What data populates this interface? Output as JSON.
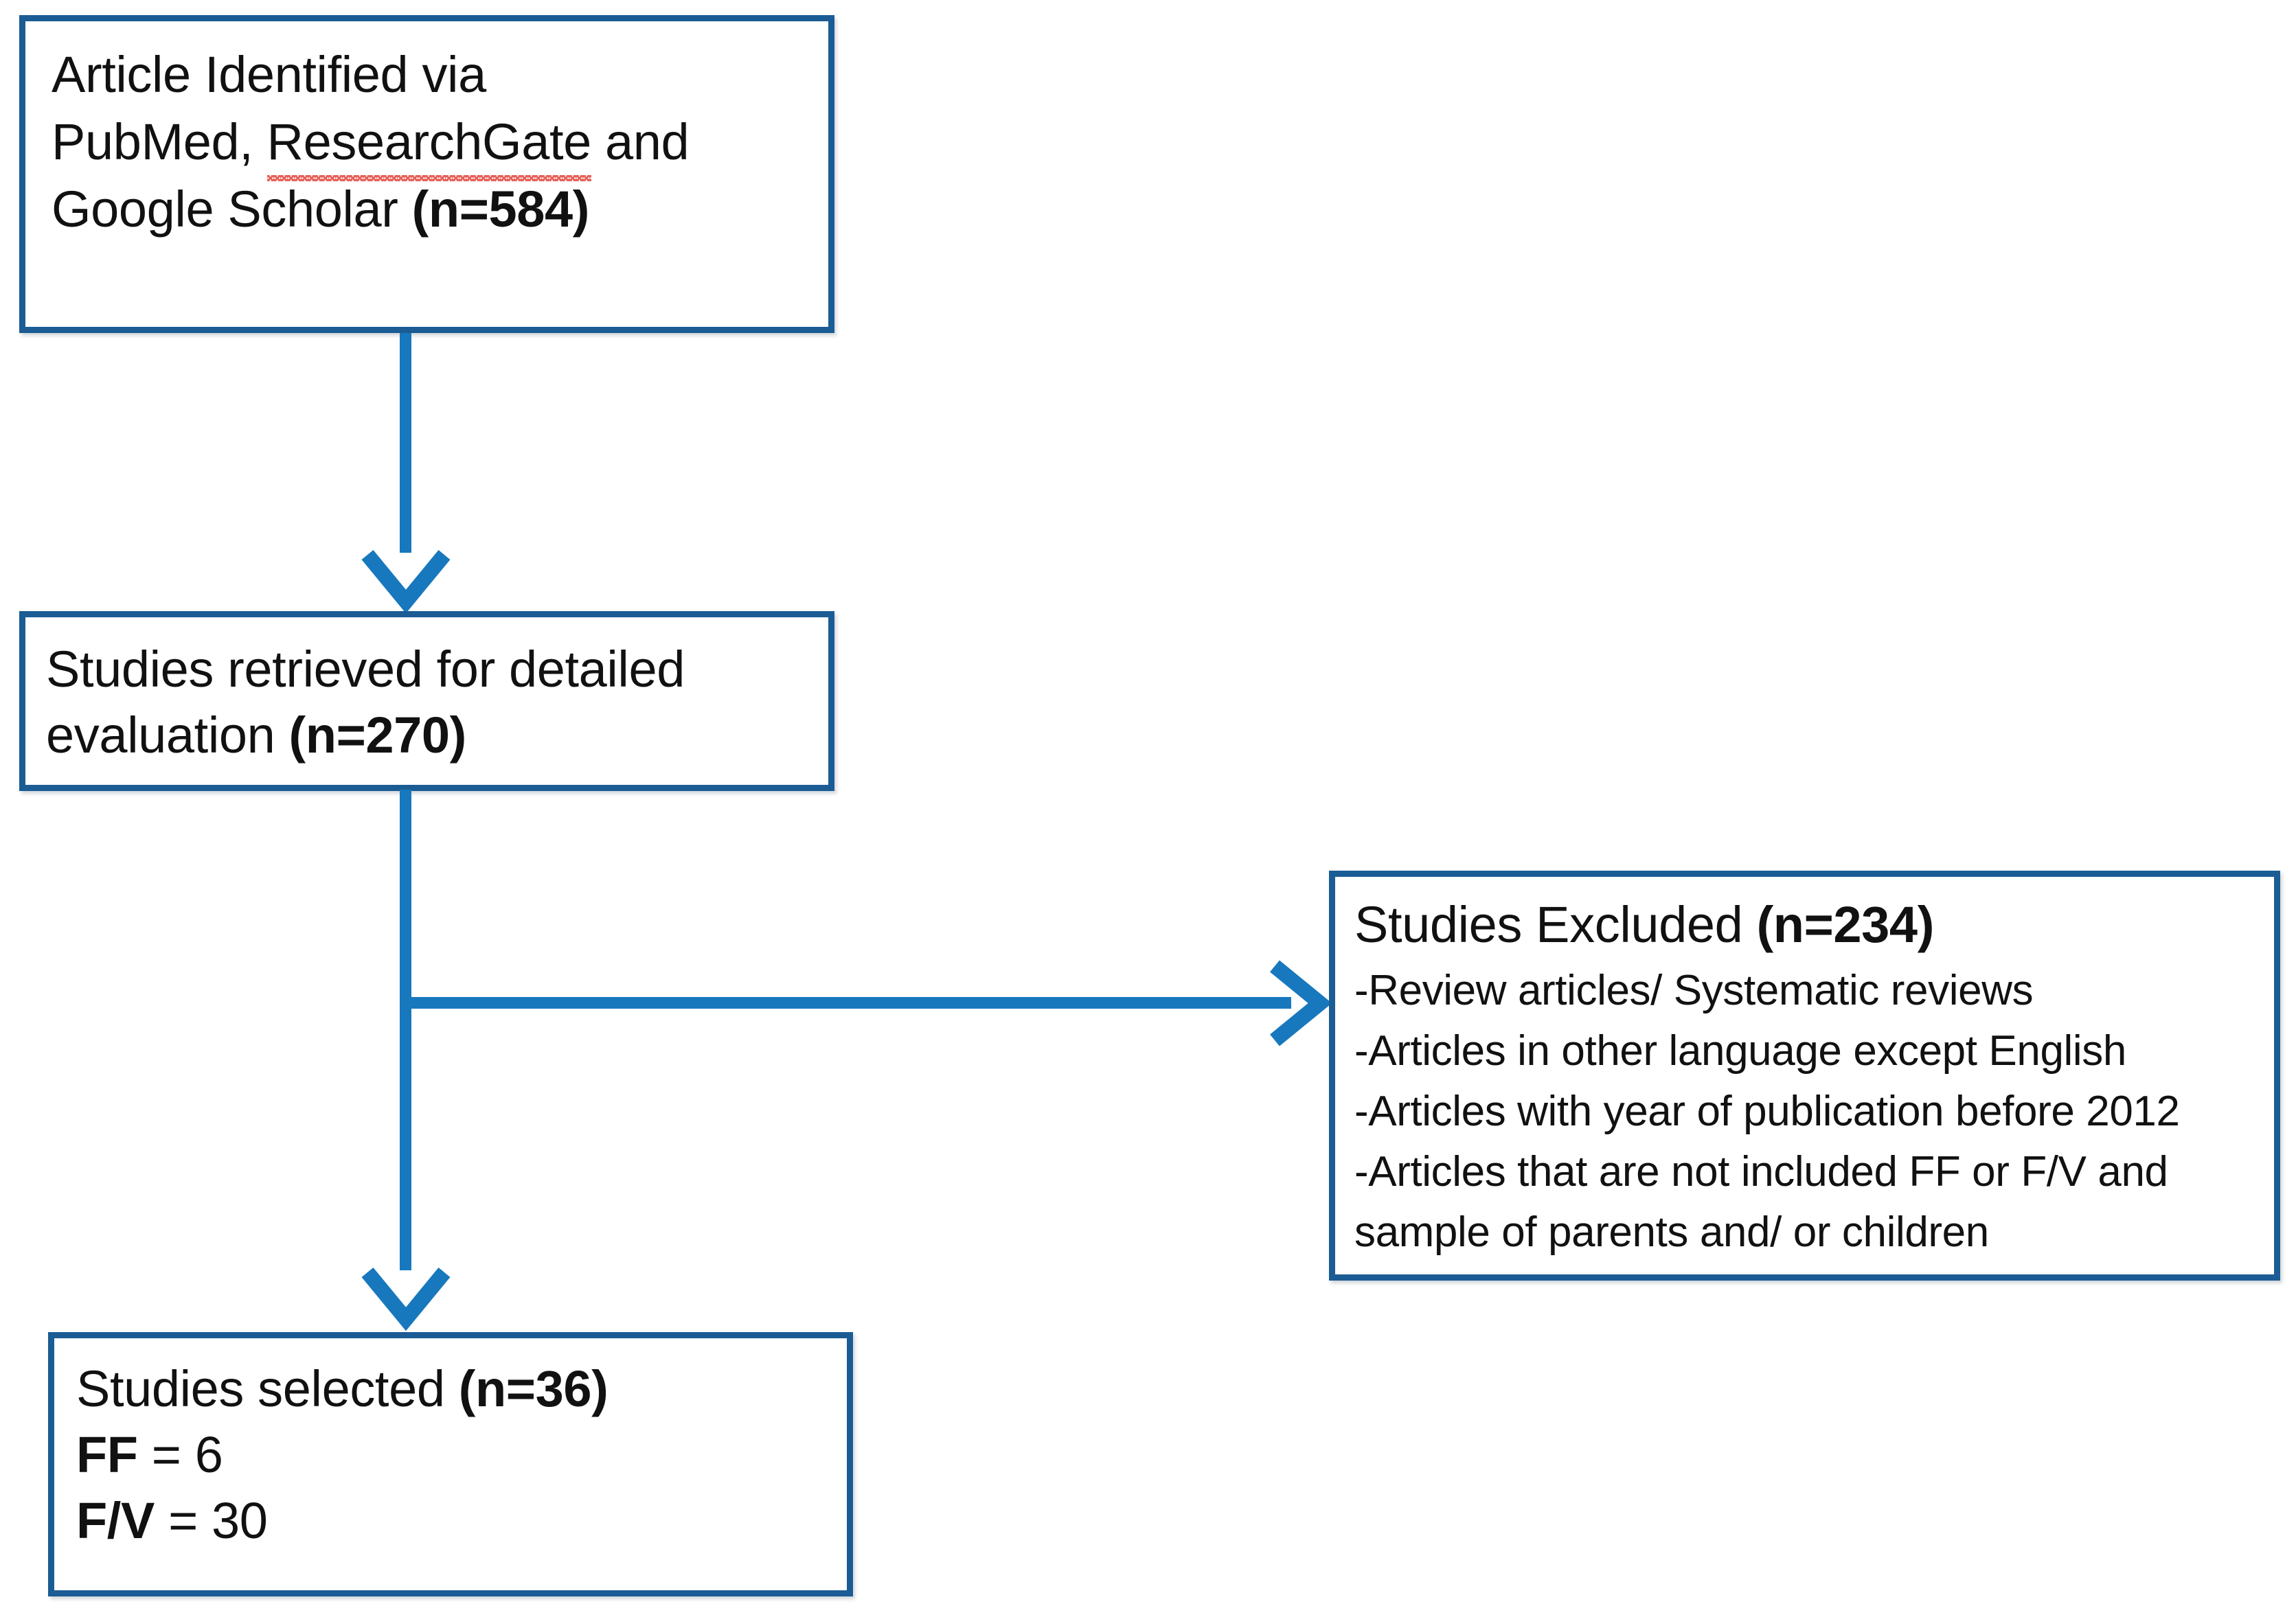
{
  "diagram": {
    "title": "Study selection flow diagram",
    "accent_box_border": "#1B5C94",
    "accent_connector": "#1878BE",
    "spellcheck_underline_color": "#E4554B",
    "background": "#FFFFFF"
  },
  "boxes": {
    "identified": {
      "name": "Article Identified via PubMed, ResearchGate and Google Scholar (n=584)",
      "line1": "Article Identified via",
      "line2_a": "PubMed, ",
      "line2_b": "ResearchGate",
      "line2_c": " and",
      "line3_a": "Google Scholar ",
      "line3_b": "(n=584)",
      "count": 584
    },
    "retrieved": {
      "name": "Studies retrieved for detailed evaluation (n=270)",
      "line1": "Studies retrieved for detailed",
      "line2_a": "evaluation ",
      "line2_b": "(n=270)",
      "count": 270
    },
    "excluded": {
      "name": "Studies Excluded (n=234)",
      "heading_a": "Studies Excluded ",
      "heading_b": "(n=234)",
      "count": 234,
      "reasons": [
        "-Review articles/ Systematic reviews",
        "-Articles in other language except English",
        "-Articles with year of publication before 2012",
        "-Articles that are not included FF  or F/V and",
        "sample of parents and/ or children"
      ]
    },
    "selected": {
      "name": "Studies selected (n=36)",
      "line1_a": "Studies selected ",
      "line1_b": "(n=36)",
      "count": 36,
      "line2_a": "FF",
      "line2_b": " = 6",
      "line3_a": "F/V",
      "line3_b": " = 30",
      "ff": 6,
      "fv": 30
    }
  },
  "connectors": {
    "identified_to_retrieved": "arrow-down",
    "retrieved_to_selected": "arrow-down",
    "retrieved_to_excluded": "arrow-right"
  },
  "chart_data": {
    "type": "diagram",
    "title": "PRISMA-style study selection flow",
    "nodes": [
      {
        "id": "identified",
        "label": "Article Identified via PubMed, ResearchGate and Google Scholar",
        "n": 584
      },
      {
        "id": "retrieved",
        "label": "Studies retrieved for detailed evaluation",
        "n": 270
      },
      {
        "id": "excluded",
        "label": "Studies Excluded",
        "n": 234
      },
      {
        "id": "selected",
        "label": "Studies selected",
        "n": 36,
        "breakdown": {
          "FF": 6,
          "F/V": 30
        }
      }
    ],
    "edges": [
      {
        "from": "identified",
        "to": "retrieved",
        "style": "arrow-down"
      },
      {
        "from": "retrieved",
        "to": "excluded",
        "style": "arrow-right"
      },
      {
        "from": "retrieved",
        "to": "selected",
        "style": "arrow-down"
      }
    ]
  }
}
